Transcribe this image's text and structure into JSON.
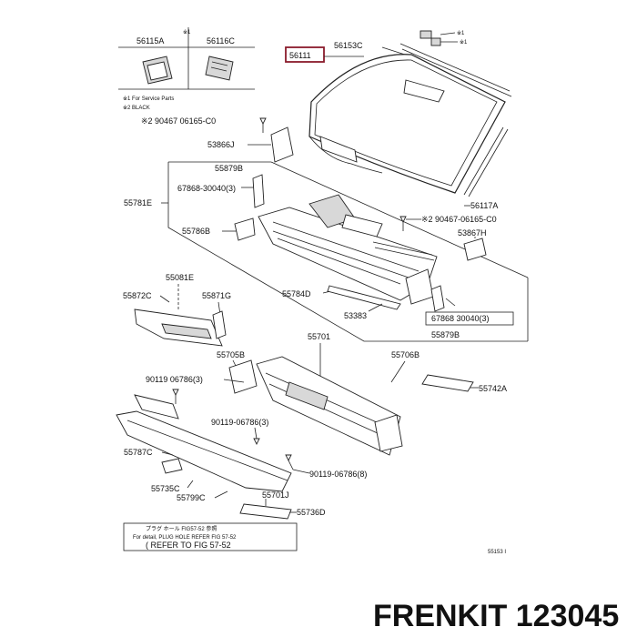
{
  "labels": {
    "p56115a": "56115A",
    "p56116c": "56116C",
    "p56111": "56111",
    "p56153c": "56153C",
    "mark1_top": "※1",
    "mark1_bot": "※1",
    "note1": "※1 For Service Parts",
    "note2": "※2 BLACK",
    "s2_top": "※2 90467   06165-C0",
    "p53866j": "53866J",
    "p55879b_top": "55879B",
    "p67868_left": "67868-30040(3)",
    "p55781e": "55781E",
    "p55786b": "55786B",
    "p56117a": "56117A",
    "s2_right": "※2 90467-06165-C0",
    "p53867h": "53867H",
    "p55081e": "55081E",
    "p55872c": "55872C",
    "p55871g": "55871G",
    "p55784d": "55784D",
    "p53383": "53383",
    "p67868_right": "67868   30040(3)",
    "p55879b_bot": "55879B",
    "p55701": "55701",
    "p55705b": "55705B",
    "p55706b": "55706B",
    "p90119_a": "90119   06786(3)",
    "p55742a": "55742A",
    "p90119_b": "90119-06786(3)",
    "p55787c": "55787C",
    "p90119_c": "90119-06786(8)",
    "p55735c": "55735C",
    "p55701j": "55701J",
    "p55799c": "55799C",
    "p55736d": "55736D",
    "refer_line1": "プラグ ホール FIG57-52 参照",
    "refer_line2": "For detail, PLUG HOLE   REFER FIG 57-52",
    "refer_line3": "( REFER TO FIG 57-52",
    "fig_code": "55153 I",
    "watermark": "FRENKIT 123045"
  }
}
